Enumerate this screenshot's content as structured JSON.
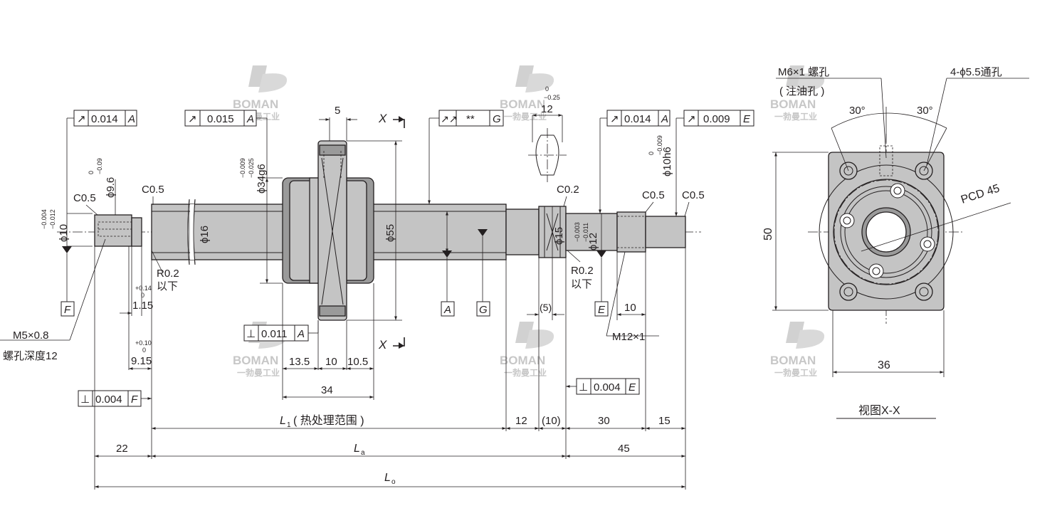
{
  "watermark": {
    "brand": "BOMAN",
    "tagline": "一勃曼工业"
  },
  "geometric_tolerances": {
    "left_runout": {
      "symbol": "↗",
      "value": "0.014",
      "datum": "A"
    },
    "shaft_runout": {
      "symbol": "↗",
      "value": "0.015",
      "datum": "A"
    },
    "total_runout": {
      "symbol": "↗↗",
      "value": "**",
      "datum": "G"
    },
    "right_runout": {
      "symbol": "↗",
      "value": "0.014",
      "datum": "A"
    },
    "end_runout": {
      "symbol": "↗",
      "value": "0.009",
      "datum": "E"
    },
    "nut_perp": {
      "symbol": "⊥",
      "value": "0.011",
      "datum": "A"
    },
    "left_perp": {
      "symbol": "⊥",
      "value": "0.004",
      "datum": "F"
    },
    "right_perp": {
      "symbol": "⊥",
      "value": "0.004",
      "datum": "E"
    }
  },
  "datums": {
    "F": "F",
    "A": "A",
    "G": "G",
    "E": "E"
  },
  "dimensions": {
    "d5": "5",
    "d12_top": "12",
    "d12_tol_up": "0",
    "d12_tol_lo": "−0.25",
    "d96_label": "ϕ9.6",
    "d96_tol_up": "0",
    "d96_tol_lo": "−0.09",
    "d10_label": "ϕ10",
    "d10_tol_up": "−0.004",
    "d10_tol_lo": "−0.012",
    "d34_label": "ϕ34g6",
    "d34_tol_up": "−0.009",
    "d34_tol_lo": "−0.025",
    "d16_label": "ϕ16",
    "d55_label": "ϕ55",
    "d15_label": "ϕ15",
    "d12_label": "ϕ12",
    "d12_tol2_up": "−0.003",
    "d12_tol2_lo": "−0.011",
    "d10h6_label": "ϕ10h6",
    "d10h6_tol_up": "0",
    "d10h6_tol_lo": "−0.009",
    "c05_a": "C0.5",
    "c05_b": "C0.5",
    "c02": "C0.2",
    "c05_c": "C0.5",
    "c05_d": "C0.5",
    "r02_left": "R0.2",
    "below_left": "以下",
    "r02_right": "R0.2",
    "below_right": "以下",
    "d115": "1.15",
    "d115_tol_up": "+0.14",
    "d115_tol_lo": "0",
    "d915": "9.15",
    "d915_tol_up": "+0.10",
    "d915_tol_lo": "0",
    "m5_thread": "M5×0.8",
    "m5_depth": "螺孔深度12",
    "d135": "13.5",
    "d10_mid": "10",
    "d105": "10.5",
    "d34": "34",
    "d5_paren": "(5)",
    "d10_right": "10",
    "m12": "M12×1",
    "l1_main": "L",
    "l1_sub": "1",
    "l1_text": "( 热处理范围 )",
    "d12_bottom": "12",
    "d10_paren": "(10)",
    "d30": "30",
    "d15": "15",
    "d22": "22",
    "la_main": "L",
    "la_sub": "a",
    "d45": "45",
    "lo_main": "L",
    "lo_sub": "o",
    "section_x": "X"
  },
  "view_xx": {
    "m6_label": "M6×1 螺孔",
    "oil_hole": "( 注油孔 )",
    "holes_label": "4-ϕ5.5通孔",
    "angle_left": "30°",
    "angle_right": "30°",
    "pcd": "PCD 45",
    "height": "50",
    "width": "36",
    "caption": "视图X-X"
  }
}
